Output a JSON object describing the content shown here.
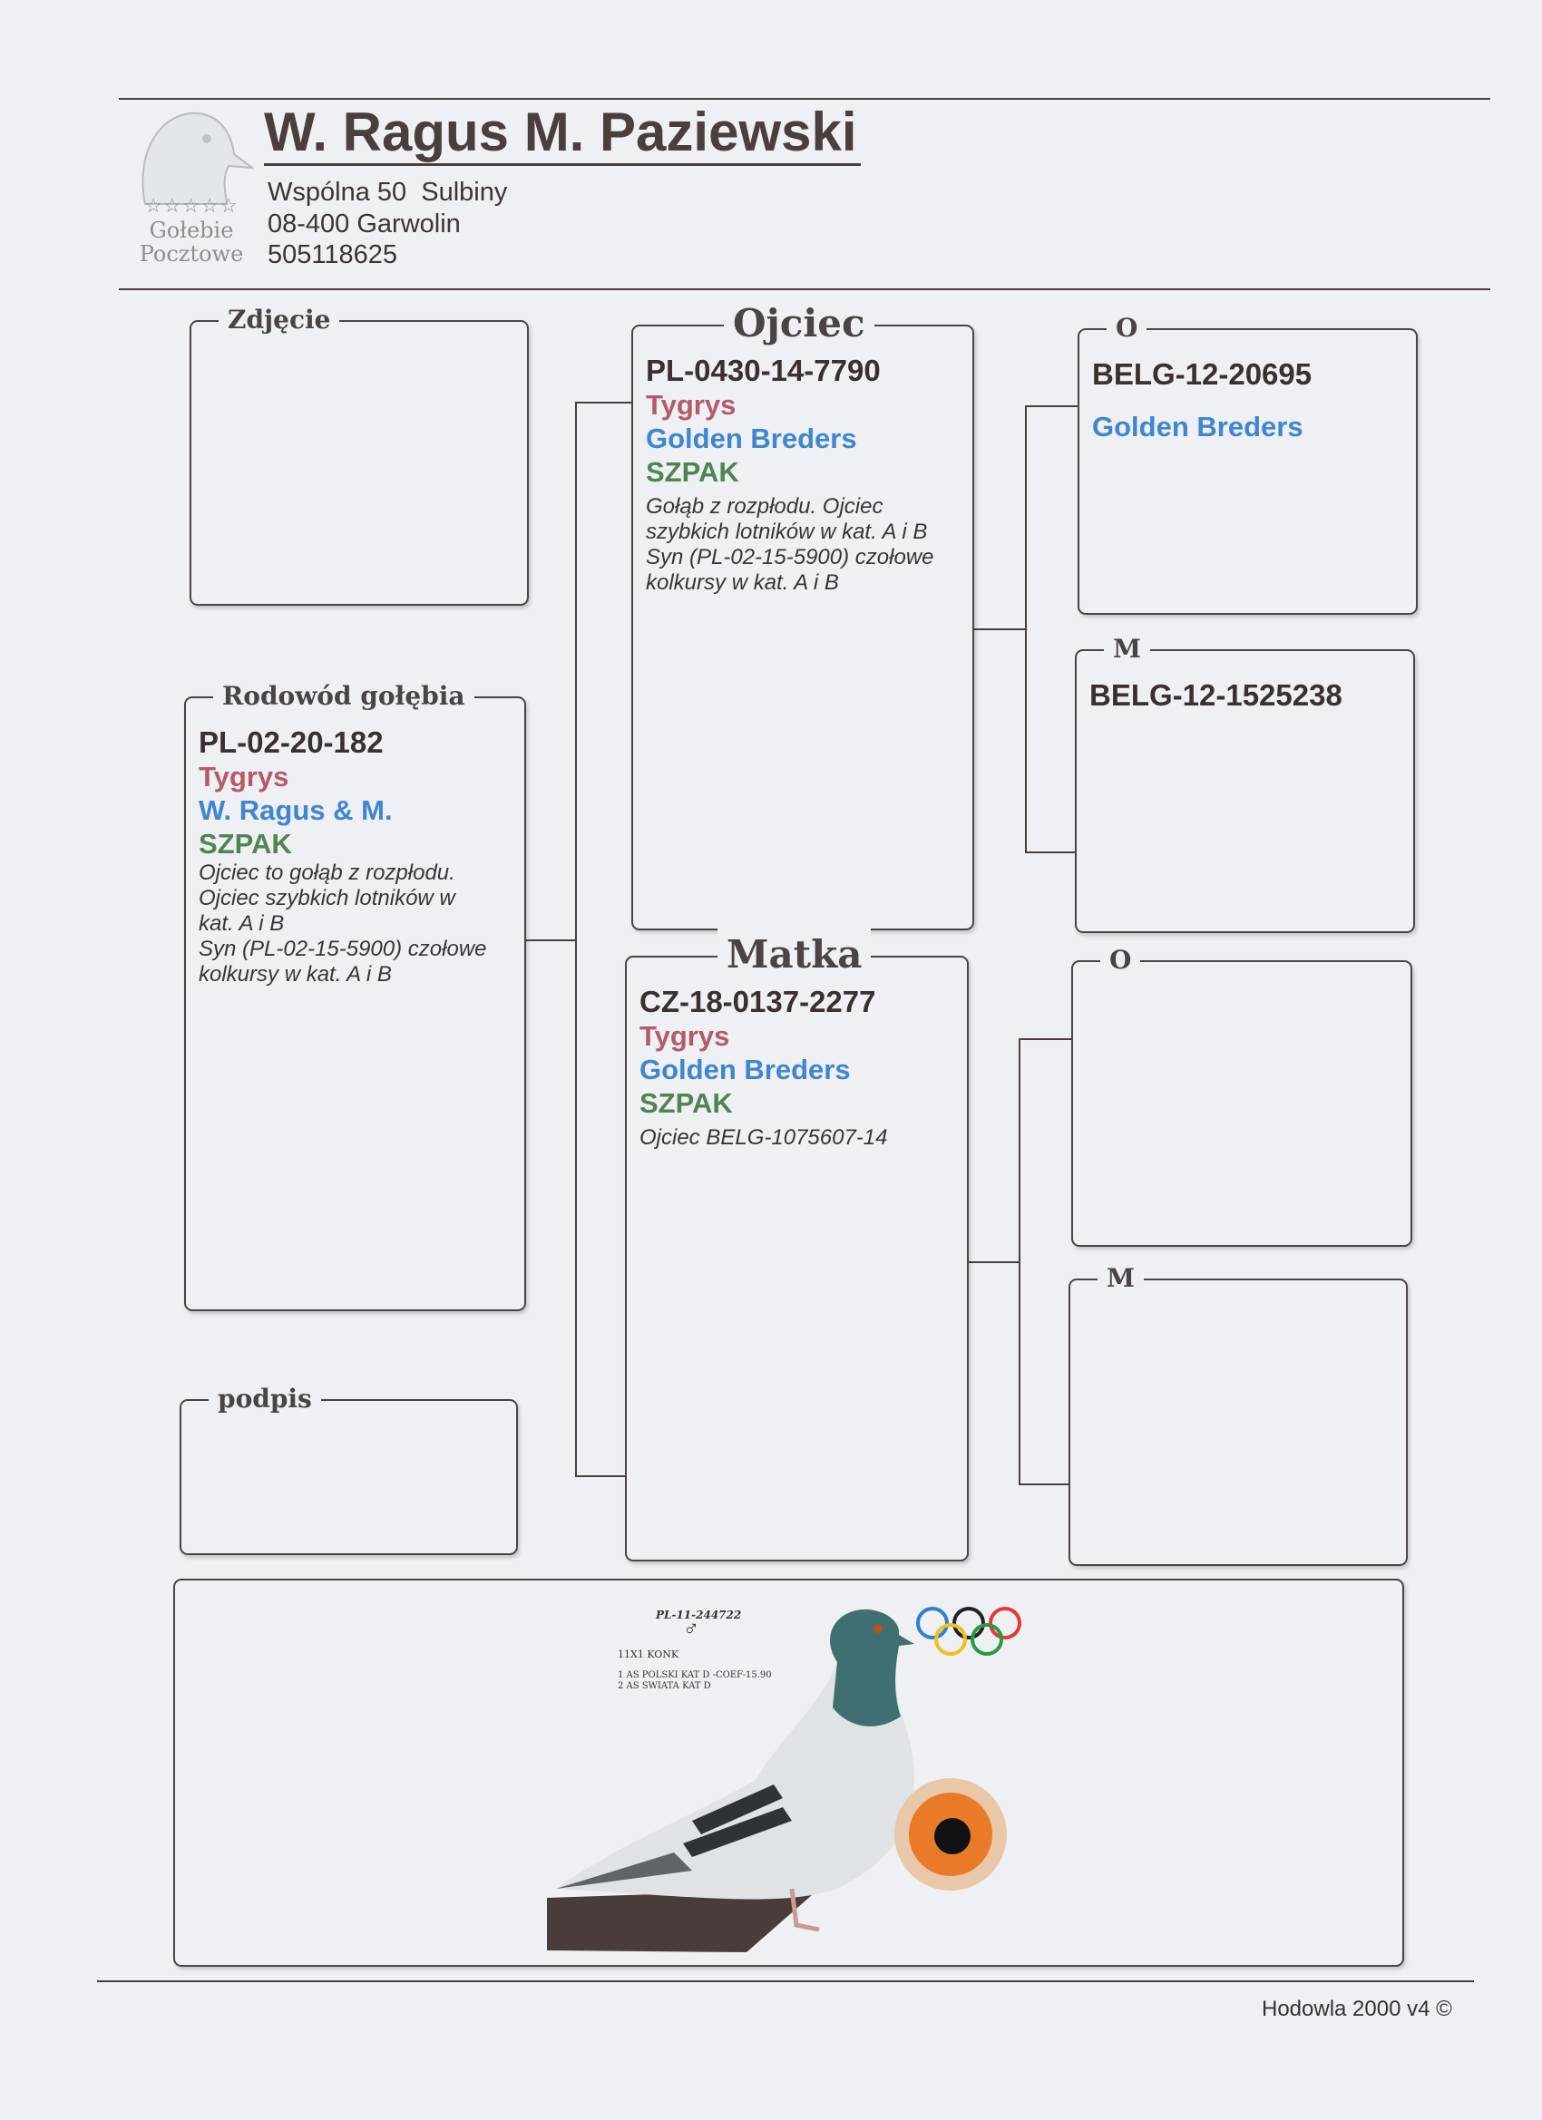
{
  "header": {
    "title": "W. Ragus M. Paziewski",
    "address_line1": "Wspólna 50  Sulbiny",
    "address_line2": "08-400 Garwolin",
    "phone": "505118625",
    "logo_stars": "☆☆☆☆☆",
    "logo_text1": "Gołebie",
    "logo_text2": "Pocztowe"
  },
  "sections": {
    "photo_label": "Zdjęcie",
    "signature_label": "podpis"
  },
  "pigeon": {
    "label": "Rodowód gołębia",
    "ring": "PL-02-20-182",
    "color": "Tygrys",
    "owner": "W. Ragus & M.",
    "name": "SZPAK",
    "note": "Ojciec to gołąb z rozpłodu. Ojciec szybkich lotników w kat. A i B",
    "note2": "Syn (PL-02-15-5900) czołowe kolkursy w kat. A i B"
  },
  "father": {
    "label": "Ojciec",
    "ring": "PL-0430-14-7790",
    "color": "Tygrys",
    "owner": "Golden Breders",
    "name": "SZPAK",
    "note": "Gołąb z rozpłodu. Ojciec szybkich lotników w kat. A i B",
    "note2": "Syn (PL-02-15-5900) czołowe kolkursy w kat. A i B"
  },
  "mother": {
    "label": "Matka",
    "ring": "CZ-18-0137-2277",
    "color": "Tygrys",
    "owner": "Golden Breders",
    "name": "SZPAK",
    "note": "Ojciec BELG-1075607-14"
  },
  "grandparents": {
    "ff": {
      "label": "O",
      "ring": "BELG-12-20695",
      "owner": "Golden Breders"
    },
    "fm": {
      "label": "M",
      "ring": "BELG-12-1525238"
    },
    "mf": {
      "label": "O"
    },
    "mm": {
      "label": "M"
    }
  },
  "photo_panel": {
    "ring": "PL-11-244722",
    "sex_symbol": "♂",
    "line1": "11X1 KONK",
    "line2": "1 AS POLSKI KAT D -COEF-15.90",
    "line3": "2 AS SWIATA KAT D"
  },
  "footer": {
    "text": "Hodowla 2000 v4 ©"
  },
  "colors": {
    "ink": "#4a3f3c",
    "color_name": "#b45a6a",
    "owner": "#3f86cf",
    "pigeon_name": "#4f8550"
  }
}
